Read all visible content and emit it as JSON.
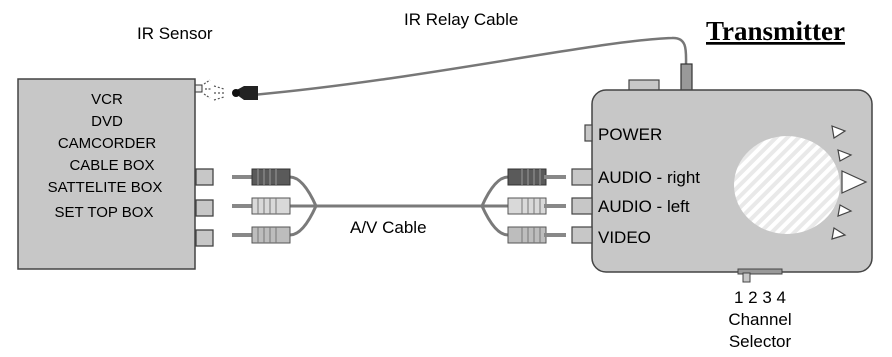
{
  "title": "Transmitter",
  "labels": {
    "ir_sensor": "IR Sensor",
    "ir_relay_cable": "IR Relay Cable",
    "av_cable": "A/V Cable"
  },
  "source_device": {
    "lines": [
      "VCR",
      "DVD",
      "CAMCORDER",
      "CABLE BOX",
      "SATTELITE BOX",
      "SET TOP BOX"
    ]
  },
  "transmitter": {
    "ports": [
      "POWER",
      "AUDIO - right",
      "AUDIO - left",
      "VIDEO"
    ],
    "channel_numbers": "1 2 3 4",
    "channel_label_line1": "Channel",
    "channel_label_line2": "Selector"
  },
  "colors": {
    "box_fill": "#c7c7c7",
    "outline": "#444444",
    "cable": "#7a7a7a",
    "plug_dark": "#5a5a5a",
    "plug_light": "#d9d9d9"
  }
}
